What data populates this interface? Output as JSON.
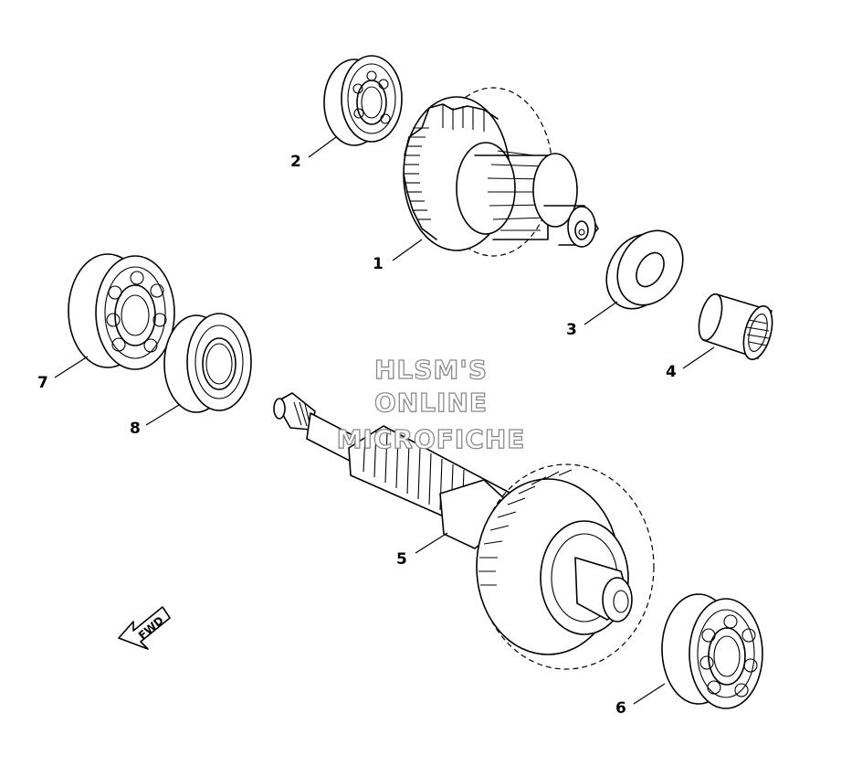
{
  "watermark": [
    "HLSM'S",
    "ONLINE",
    "MICROFICHE"
  ],
  "direction_label": "FWD",
  "callouts": [
    "1",
    "2",
    "3",
    "4",
    "5",
    "6",
    "7",
    "8"
  ],
  "colors": {
    "line": "#000000",
    "background": "#ffffff",
    "watermark_outline": "#8a8a8a"
  }
}
